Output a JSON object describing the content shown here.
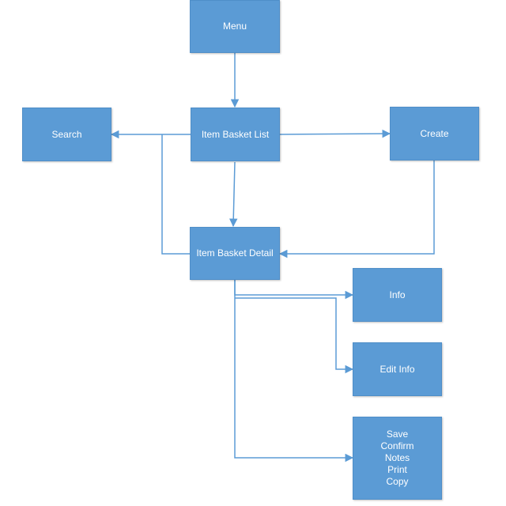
{
  "diagram": {
    "colors": {
      "node_fill": "#5b9bd5",
      "connector": "#5b9bd5",
      "text": "#ffffff"
    },
    "nodes": {
      "menu": {
        "label": "Menu"
      },
      "search": {
        "label": "Search"
      },
      "item_basket_list": {
        "label": "Item Basket List"
      },
      "create": {
        "label": "Create"
      },
      "item_basket_detail": {
        "label": "Item Basket Detail"
      },
      "info": {
        "label": "Info"
      },
      "edit_info": {
        "label": "Edit Info"
      },
      "actions": {
        "lines": [
          "Save",
          "Confirm",
          "Notes",
          "Print",
          "Copy"
        ]
      }
    },
    "edges": [
      {
        "from": "Menu",
        "to": "Item Basket List"
      },
      {
        "from": "Item Basket List",
        "to": "Search"
      },
      {
        "from": "Item Basket List",
        "to": "Create"
      },
      {
        "from": "Item Basket List",
        "to": "Item Basket Detail"
      },
      {
        "from": "Create",
        "to": "Item Basket Detail"
      },
      {
        "from": "Item Basket Detail",
        "to": "Search"
      },
      {
        "from": "Item Basket Detail",
        "to": "Info"
      },
      {
        "from": "Item Basket Detail",
        "to": "Edit Info"
      },
      {
        "from": "Item Basket Detail",
        "to": "Save / Confirm / Notes / Print / Copy"
      }
    ]
  }
}
